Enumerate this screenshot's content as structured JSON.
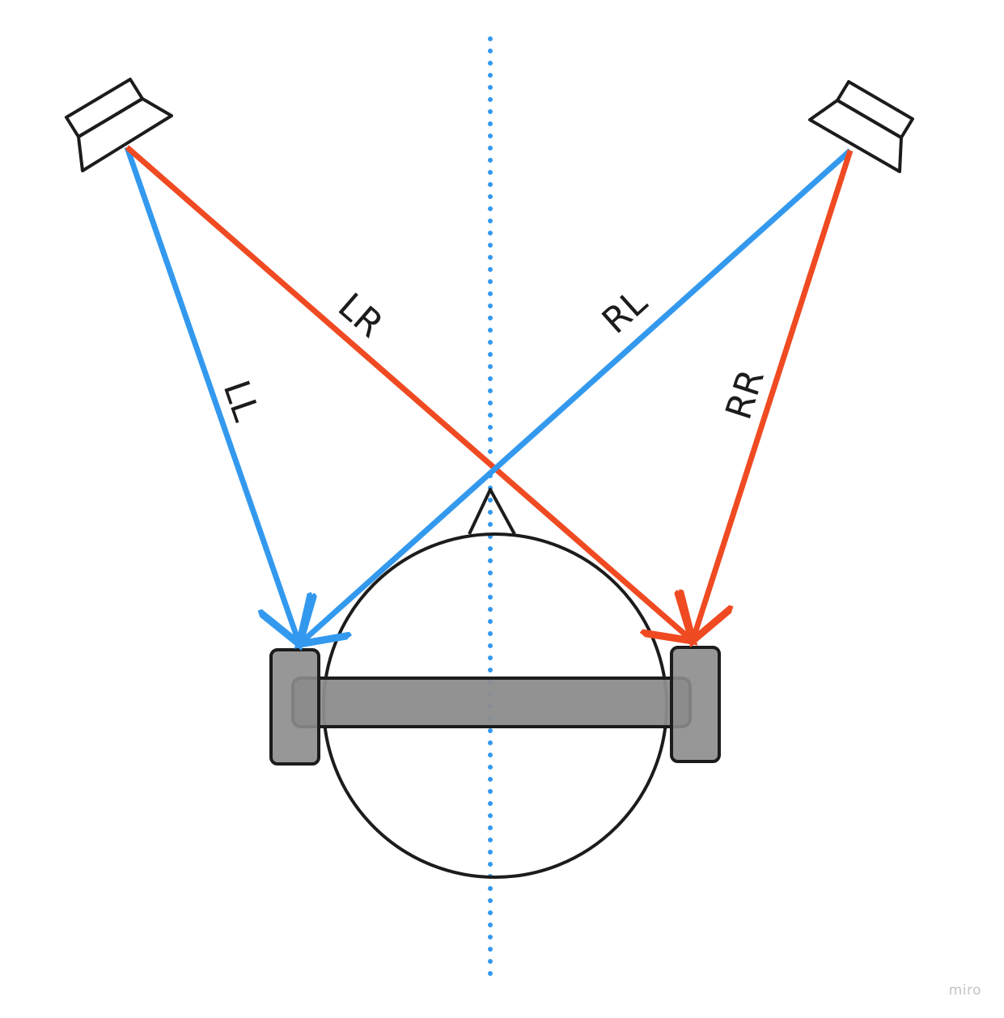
{
  "labels": {
    "ll": "LL",
    "lr": "LR",
    "rl": "RL",
    "rr": "RR"
  },
  "watermark": "miro",
  "colors": {
    "same_side_path": "#3399EE",
    "cross_path": "#F04A22",
    "center_line": "#3399EE",
    "outline": "#1c1c1c",
    "ear_cup": "#8c8c8c",
    "headband": "#8c8c8c"
  },
  "icons": {
    "speakers": "speaker-icon",
    "listener": "head-with-headphones-icon"
  }
}
